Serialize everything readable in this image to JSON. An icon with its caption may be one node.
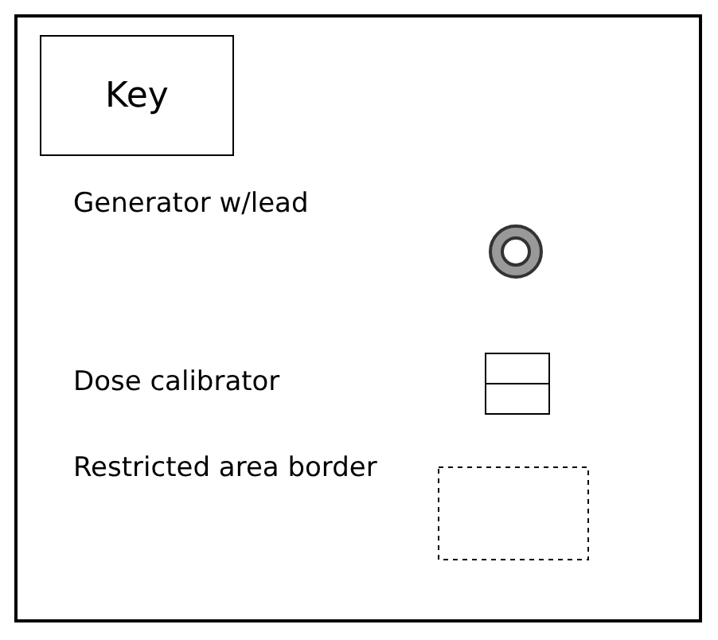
{
  "diagram": {
    "nodes": [
      {
        "text": [
          "Key"
        ]
      }
    ],
    "legend": [
      {
        "text": "Generator w/lead"
      },
      {
        "text": "Dose calibrator"
      },
      {
        "text": "Restricted area border"
      }
    ]
  }
}
